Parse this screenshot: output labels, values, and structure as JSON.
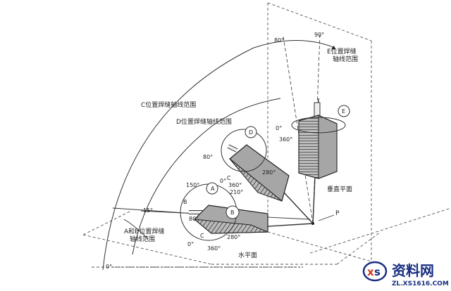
{
  "labels": {
    "c_zone": "C位置焊缝轴线范围",
    "d_zone": "D位置焊缝轴线范围",
    "e_zone_line1": "E位置焊缝",
    "e_zone_line2": "轴线范围",
    "ab_zone_line1": "A和B位置焊缝",
    "ab_zone_line2": "轴线范围",
    "vertical_plane": "垂直平面",
    "horizontal_plane": "水平面",
    "point_p": "P"
  },
  "angles": {
    "deg90": "90°",
    "deg80_top": "80°",
    "deg0_e": "0°",
    "deg360_e": "360°",
    "deg80_d": "80°",
    "deg0_d": "0°",
    "deg360_d": "360°",
    "deg280_d": "280°",
    "deg150": "150°",
    "deg210": "210°",
    "deg15": "15°",
    "deg80_ab": "80°",
    "deg0_ab": "0°",
    "deg360_ab": "360°",
    "deg280_ab": "280°",
    "deg0_base": "0°"
  },
  "markers": {
    "a": "A",
    "b_left": "B",
    "b_center": "B",
    "c_ab": "C",
    "c_d": "C",
    "d": "D",
    "e": "E"
  },
  "watermark": {
    "brand": "资料网",
    "url": "ZL.XS1616.COM"
  }
}
